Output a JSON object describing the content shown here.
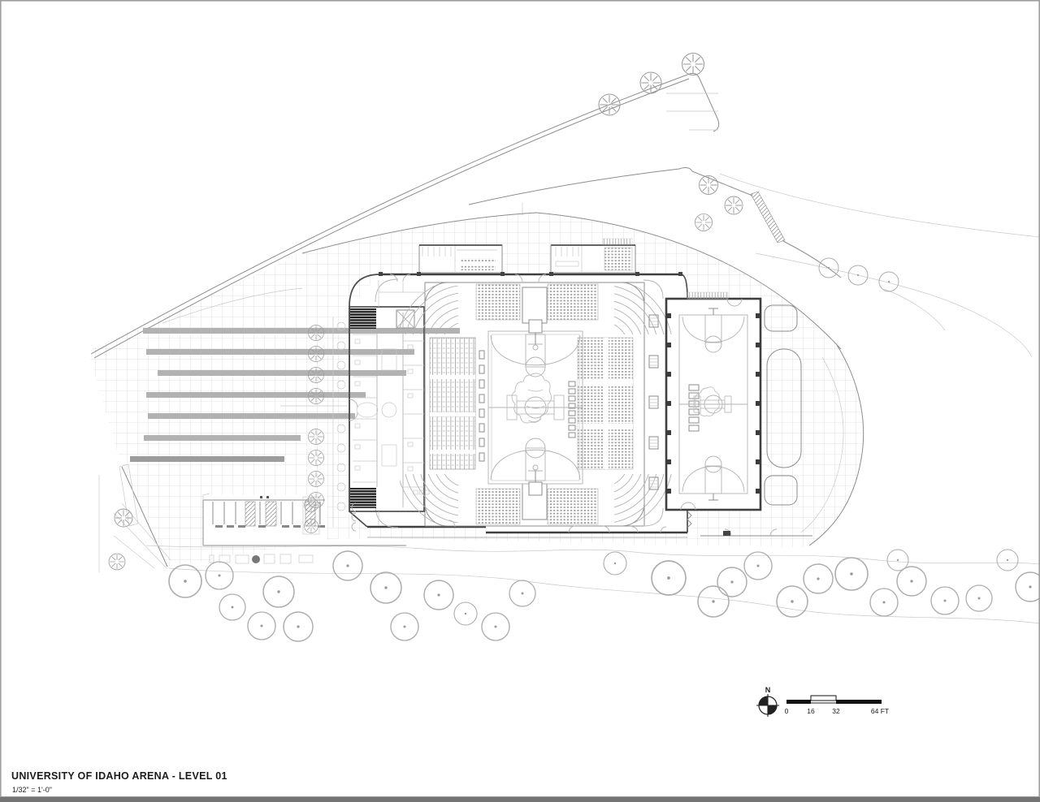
{
  "title_block": {
    "title": "UNIVERSITY OF IDAHO ARENA - LEVEL 01",
    "scale_note": "1/32\" = 1'-0\""
  },
  "north_arrow": {
    "label": "N"
  },
  "scale_bar": {
    "tick_0": "0",
    "tick_16": "16",
    "tick_32": "32",
    "tick_64": "64 FT"
  },
  "colors": {
    "paper": "#ffffff",
    "frame": "#9e9e9e",
    "wall_ink": "#3f3f3f",
    "detail_ink": "#8d8d8d",
    "light_ink": "#b3b3b3",
    "grid_ink": "#cccccc",
    "stripe_fill": "#b2b2b2",
    "text_ink": "#1c1c1c"
  }
}
